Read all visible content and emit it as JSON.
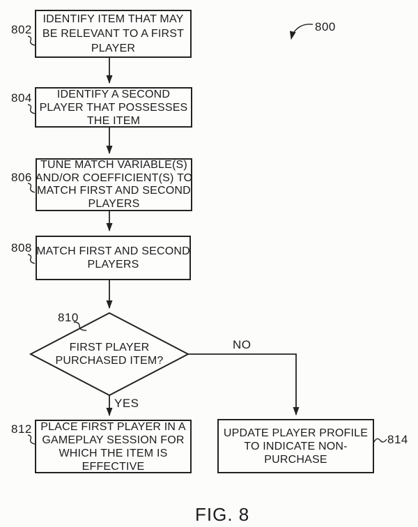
{
  "figure": {
    "caption": "FIG. 8",
    "ref": "800"
  },
  "nodes": {
    "n802": {
      "ref": "802",
      "type": "process",
      "lines": [
        "IDENTIFY ITEM THAT MAY",
        "BE RELEVANT TO A FIRST",
        "PLAYER"
      ]
    },
    "n804": {
      "ref": "804",
      "type": "process",
      "lines": [
        "IDENTIFY A SECOND",
        "PLAYER THAT POSSESSES",
        "THE ITEM"
      ]
    },
    "n806": {
      "ref": "806",
      "type": "process",
      "lines": [
        "TUNE MATCH VARIABLE(S)",
        "AND/OR COEFFICIENT(S) TO",
        "MATCH FIRST AND SECOND",
        "PLAYERS"
      ]
    },
    "n808": {
      "ref": "808",
      "type": "process",
      "lines": [
        "MATCH FIRST AND SECOND",
        "PLAYERS"
      ]
    },
    "n810": {
      "ref": "810",
      "type": "decision",
      "lines": [
        "FIRST PLAYER",
        "PURCHASED ITEM?"
      ]
    },
    "n812": {
      "ref": "812",
      "type": "process",
      "lines": [
        "PLACE FIRST PLAYER IN A",
        "GAMEPLAY SESSION FOR",
        "WHICH THE ITEM IS",
        "EFFECTIVE"
      ]
    },
    "n814": {
      "ref": "814",
      "type": "process",
      "lines": [
        "UPDATE PLAYER PROFILE",
        "TO INDICATE NON-",
        "PURCHASE"
      ]
    }
  },
  "edges": {
    "yes": "YES",
    "no": "NO"
  },
  "colors": {
    "ink": "#222220",
    "paper": "#fcfcfb"
  }
}
